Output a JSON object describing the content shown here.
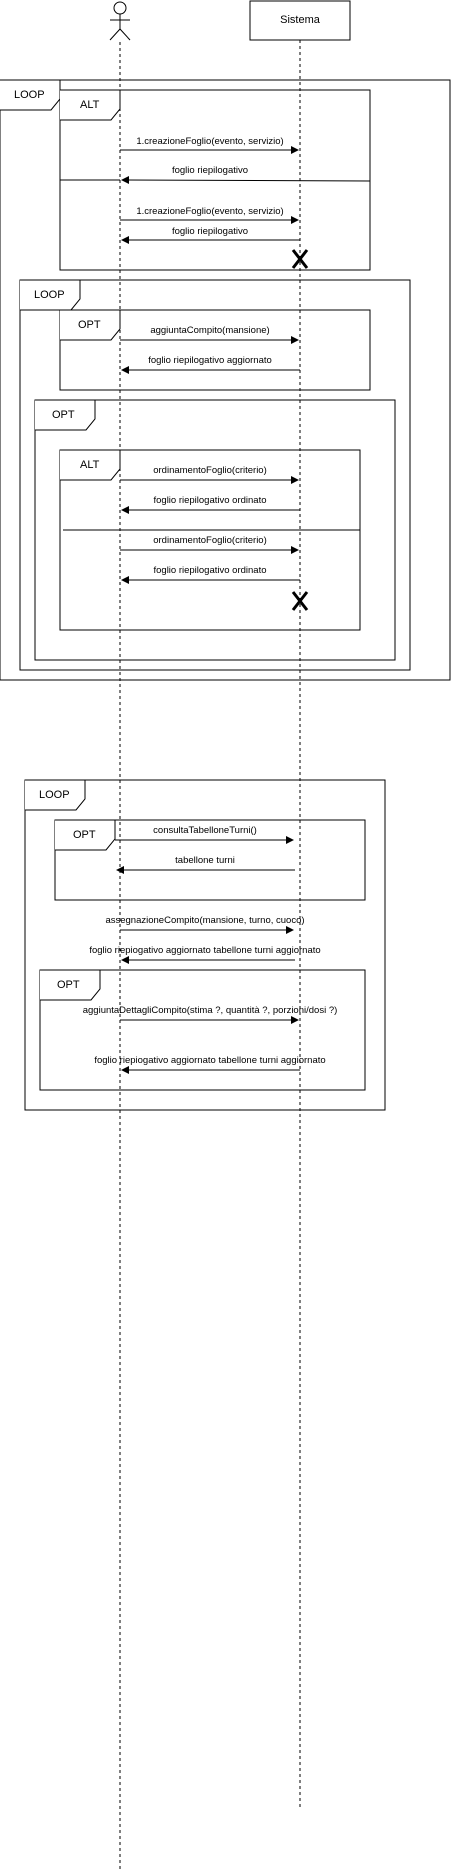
{
  "participants": {
    "user": {
      "label": ""
    },
    "system": {
      "label": "Sistema"
    }
  },
  "frames": {
    "loop1": "LOOP",
    "alt1": "ALT",
    "loop2": "LOOP",
    "opt1": "OPT",
    "opt2": "OPT",
    "alt2": "ALT",
    "loop3": "LOOP",
    "opt3": "OPT",
    "opt4": "OPT"
  },
  "messages": {
    "m1": "1.creazioneFoglio(evento, servizio)",
    "m2": "foglio riepilogativo",
    "m3": "1.creazioneFoglio(evento, servizio)",
    "m4": "foglio riepilogativo",
    "m5": "aggiuntaCompito(mansione)",
    "m6": "foglio riepilogativo aggiornato",
    "m7": "ordinamentoFoglio(criterio)",
    "m8": "foglio riepilogativo ordinato",
    "m9": "ordinamentoFoglio(criterio)",
    "m10": "foglio riepilogativo ordinato",
    "m11": "consultaTabelloneTurni()",
    "m12": "tabellone turni",
    "m13": "assegnazioneCompito(mansione, turno, cuoco)",
    "m14": "foglio riepiogativo aggiornato tabellone turni aggiornato",
    "m15": "aggiuntaDettagliCompito(stima ?, quantità ?, porzioni/dosi ?)",
    "m16": "foglio riepiogativo aggiornato tabellone turni aggiornato"
  },
  "colors": {
    "line": "#000000",
    "background": "#ffffff"
  }
}
